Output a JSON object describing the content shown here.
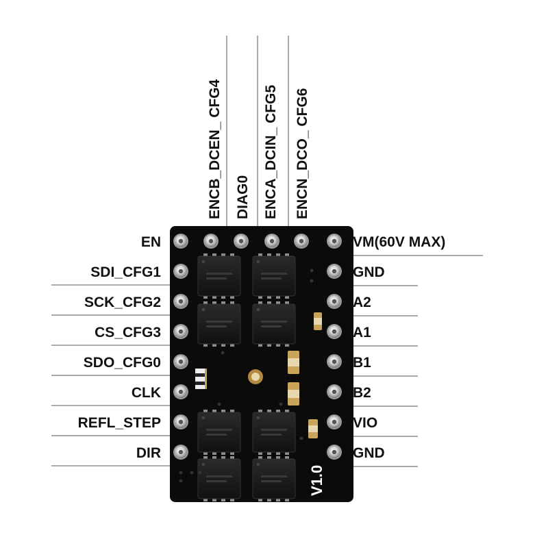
{
  "board": {
    "version_mark": "V1.0"
  },
  "pins": {
    "left": [
      "EN",
      "SDI_CFG1",
      "SCK_CFG2",
      "CS_CFG3",
      "SDO_CFG0",
      "CLK",
      "REFL_STEP",
      "DIR"
    ],
    "right": [
      "VM(60V MAX)",
      "GND",
      "A2",
      "A1",
      "B1",
      "B2",
      "VIO",
      "GND"
    ],
    "top": [
      "ENCB_DCEN_ CFG4",
      "DIAG0",
      "ENCA_DCIN_ CFG5",
      "ENCN_DCO_ CFG6"
    ]
  },
  "colors": {
    "board": "#0b0b0b",
    "label_text": "#111111",
    "leader_line": "#555555",
    "copper": "#c8a55a"
  }
}
